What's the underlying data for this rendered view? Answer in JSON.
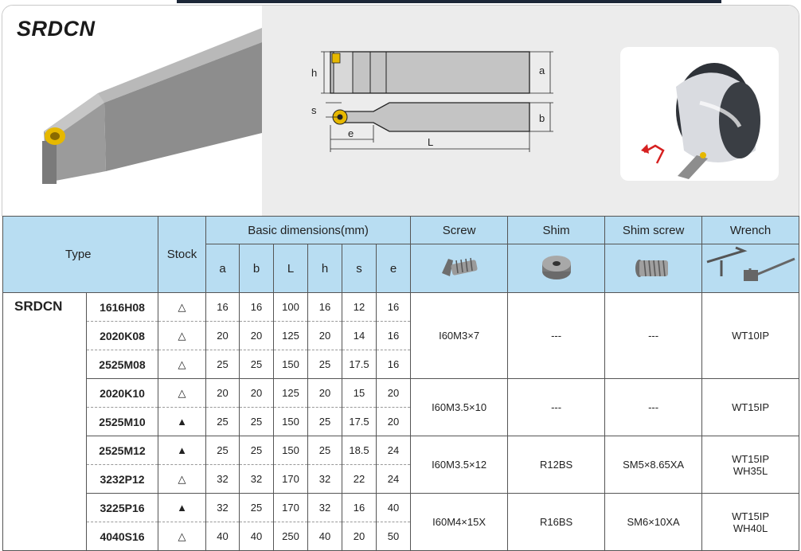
{
  "header": {
    "series_title": "SRDCN",
    "drawing_labels": {
      "h": "h",
      "a": "a",
      "s": "s",
      "b": "b",
      "e": "e",
      "L": "L"
    }
  },
  "table": {
    "headers": {
      "type": "Type",
      "stock": "Stock",
      "basic_dimensions": "Basic dimensions(mm)",
      "dims": [
        "a",
        "b",
        "L",
        "h",
        "s",
        "e"
      ],
      "screw": "Screw",
      "shim": "Shim",
      "shim_screw": "Shim screw",
      "wrench": "Wrench"
    },
    "series": "SRDCN",
    "rows": [
      {
        "model": "1616H08",
        "stock": "△",
        "a": "16",
        "b": "16",
        "L": "100",
        "h": "16",
        "s": "12",
        "e": "16"
      },
      {
        "model": "2020K08",
        "stock": "△",
        "a": "20",
        "b": "20",
        "L": "125",
        "h": "20",
        "s": "14",
        "e": "16"
      },
      {
        "model": "2525M08",
        "stock": "△",
        "a": "25",
        "b": "25",
        "L": "150",
        "h": "25",
        "s": "17.5",
        "e": "16"
      },
      {
        "model": "2020K10",
        "stock": "△",
        "a": "20",
        "b": "20",
        "L": "125",
        "h": "20",
        "s": "15",
        "e": "20"
      },
      {
        "model": "2525M10",
        "stock": "▲",
        "a": "25",
        "b": "25",
        "L": "150",
        "h": "25",
        "s": "17.5",
        "e": "20"
      },
      {
        "model": "2525M12",
        "stock": "▲",
        "a": "25",
        "b": "25",
        "L": "150",
        "h": "25",
        "s": "18.5",
        "e": "24"
      },
      {
        "model": "3232P12",
        "stock": "△",
        "a": "32",
        "b": "32",
        "L": "170",
        "h": "32",
        "s": "22",
        "e": "24"
      },
      {
        "model": "3225P16",
        "stock": "▲",
        "a": "32",
        "b": "25",
        "L": "170",
        "h": "32",
        "s": "16",
        "e": "40"
      },
      {
        "model": "4040S16",
        "stock": "△",
        "a": "40",
        "b": "40",
        "L": "250",
        "h": "40",
        "s": "20",
        "e": "50"
      }
    ],
    "groups": [
      {
        "screw": "I60M3×7",
        "shim": "---",
        "shim_screw": "---",
        "wrench": [
          "WT10IP"
        ]
      },
      {
        "screw": "I60M3.5×10",
        "shim": "---",
        "shim_screw": "---",
        "wrench": [
          "WT15IP"
        ]
      },
      {
        "screw": "I60M3.5×12",
        "shim": "R12BS",
        "shim_screw": "SM5×8.65XA",
        "wrench": [
          "WT15IP",
          "WH35L"
        ]
      },
      {
        "screw": "I60M4×15X",
        "shim": "R16BS",
        "shim_screw": "SM6×10XA",
        "wrench": [
          "WT15IP",
          "WH40L"
        ]
      }
    ]
  }
}
